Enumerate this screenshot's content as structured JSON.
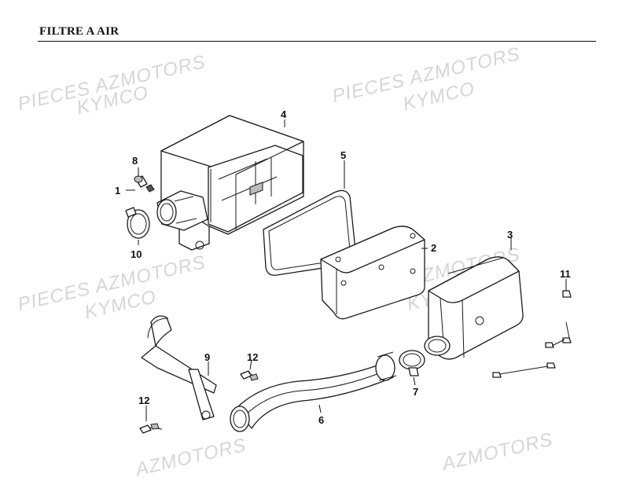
{
  "title": "FILTRE A AIR",
  "watermarks": [
    "PIECES AZMOTORS",
    "KYMCO",
    "PIECES AZMOTORS",
    "KYMCO",
    "PIECES AZMOTORS",
    "KYMCO",
    "PIECES AZMOTORS",
    "KYMCO",
    "AZMOTORS",
    "AZMOTORS"
  ],
  "callouts": [
    "1",
    "2",
    "3",
    "4",
    "5",
    "6",
    "7",
    "8",
    "9",
    "10",
    "11",
    "12",
    "12"
  ]
}
